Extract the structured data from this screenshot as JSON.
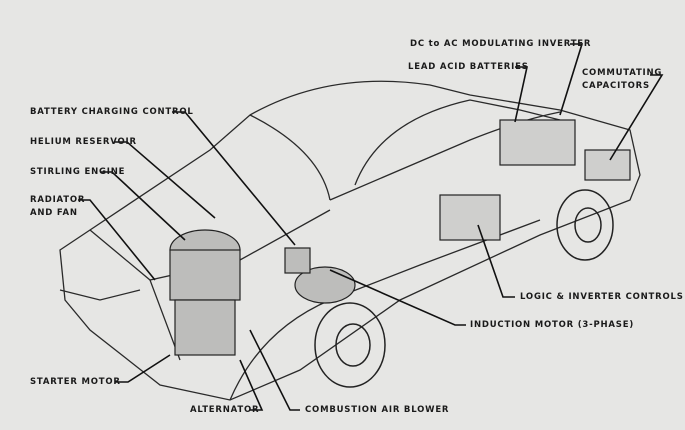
{
  "labels": {
    "inverter": "DC to AC MODULATING INVERTER",
    "batteries": "LEAD ACID BATTERIES",
    "capacitors_1": "COMMUTATING",
    "capacitors_2": "CAPACITORS",
    "charging_control": "BATTERY CHARGING CONTROL",
    "helium": "HELIUM RESERVOIR",
    "stirling": "STIRLING ENGINE",
    "radiator_1": "RADIATOR",
    "radiator_2": "AND FAN",
    "logic": "LOGIC & INVERTER CONTROLS",
    "induction": "INDUCTION MOTOR (3-PHASE)",
    "starter": "STARTER MOTOR",
    "alternator": "ALTERNATOR",
    "blower": "COMBUSTION AIR BLOWER"
  }
}
